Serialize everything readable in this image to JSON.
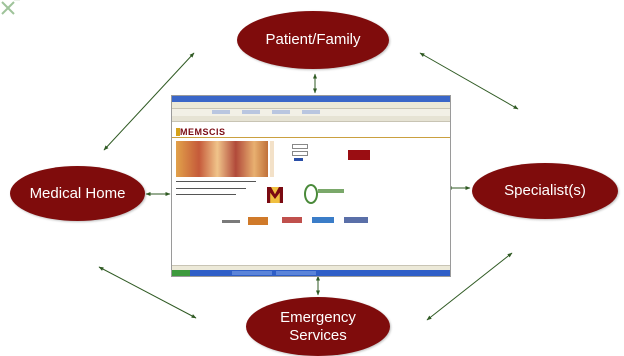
{
  "nodes": {
    "patient_family": "Patient/Family",
    "medical_home": "Medical Home",
    "specialists": "Specialist(s)",
    "emergency_services": "Emergency\nServices"
  },
  "colors": {
    "node_fill": "#7f0c0c",
    "node_text": "#ffffff",
    "arrow": "#2f5a23"
  },
  "screenshot": {
    "logo_text": "MEMSCIS"
  }
}
